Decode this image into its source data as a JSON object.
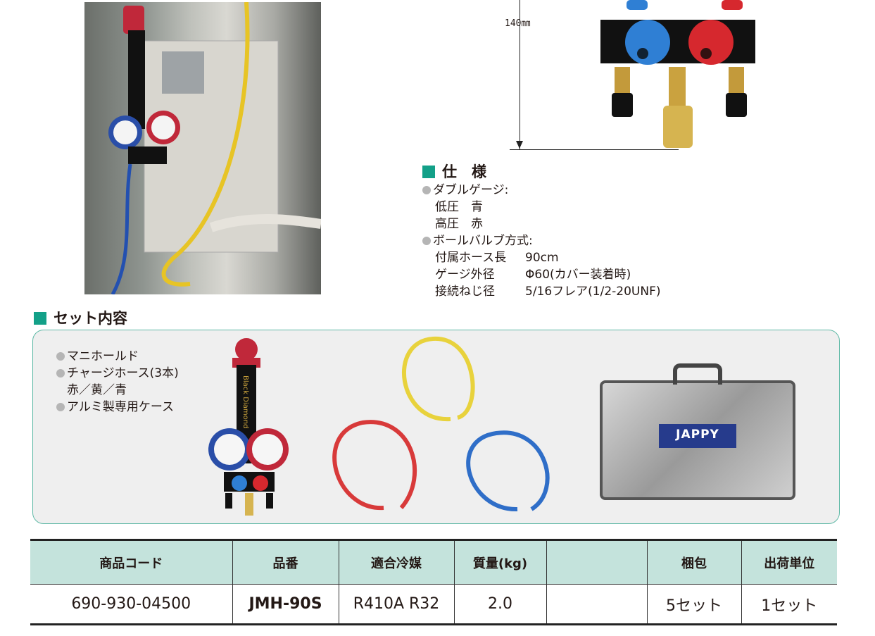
{
  "dimension_label": "140㎜",
  "spec": {
    "heading": "仕　様",
    "items": [
      {
        "bullet": true,
        "text": "ダブルゲージ:"
      },
      {
        "text": "低圧　青"
      },
      {
        "text": "高圧　赤"
      },
      {
        "bullet": true,
        "text": "ボールバルブ方式:"
      },
      {
        "text": "付属ホース長",
        "value": "90cm"
      },
      {
        "text": "ゲージ外径",
        "value": "Φ60(カバー装着時)"
      },
      {
        "text": "接続ねじ径",
        "value": "5/16フレア(1/2-20UNF)"
      }
    ]
  },
  "set_contents": {
    "heading": "セット内容",
    "items": [
      {
        "bullet": true,
        "text": "マニホールド"
      },
      {
        "bullet": true,
        "text": "チャージホース(3本)"
      },
      {
        "text": "赤／黄／青"
      },
      {
        "bullet": true,
        "text": "アルミ製専用ケース"
      }
    ],
    "case_brand": "JAPPY",
    "strap_brand": "Black Diamond"
  },
  "table": {
    "headers": [
      "商品コード",
      "品番",
      "適合冷媒",
      "質量(kg)",
      "",
      "梱包",
      "出荷単位"
    ],
    "rows": [
      [
        "690-930-04500",
        "JMH-90S",
        "R410A R32",
        "2.0",
        "",
        "5セット",
        "1セット"
      ]
    ]
  },
  "colors": {
    "accent": "#13a088",
    "table_header": "#c4e3dc",
    "box_border": "#5fb9a6"
  }
}
